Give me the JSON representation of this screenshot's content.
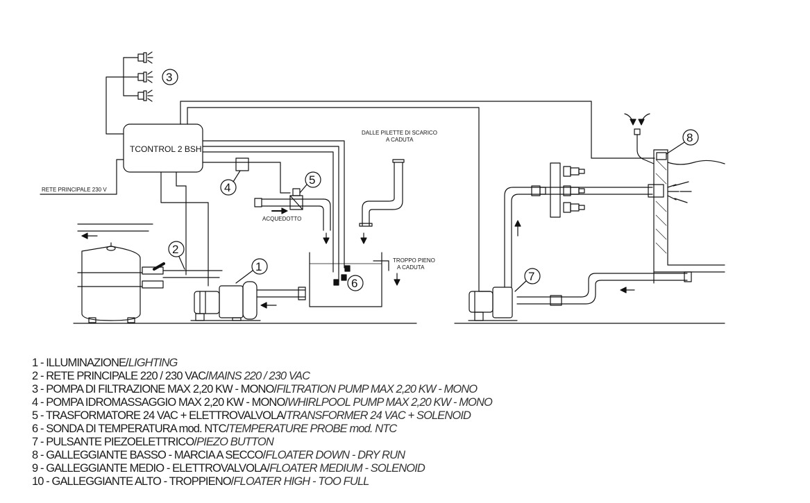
{
  "diagram": {
    "controller_label": "TCONTROL 2 BSH",
    "mains_label": "RETE  PRINCIPALE 230 V",
    "aqueduct_label": "ACQUEDOTTO",
    "drain_label_line1": "DALLE PILETTE DI SCARICO",
    "drain_label_line2": "A CADUTA",
    "overflow_label_line1": "TROPPO PIENO",
    "overflow_label_line2": "A CADUTA",
    "callouts": [
      "1",
      "2",
      "3",
      "4",
      "5",
      "6",
      "7",
      "8"
    ]
  },
  "legend": [
    {
      "it": "1 - ILLUMINAZIONE/",
      "en": "LIGHTING"
    },
    {
      "it": "2 - RETE PRINCIPALE 220 / 230 VAC/",
      "en": "MAINS 220 / 230 VAC"
    },
    {
      "it": "3 - POMPA DI FILTRAZIONE MAX 2,20 KW - MONO/",
      "en": "FILTRATION PUMP MAX 2,20 KW - MONO"
    },
    {
      "it": "4 - POMPA IDROMASSAGGIO  MAX 2,20 KW - MONO/",
      "en": "WHIRLPOOL PUMP MAX 2,20 KW - MONO"
    },
    {
      "it": "5 - TRASFORMATORE 24 VAC + ELETTROVALVOLA/",
      "en": "TRANSFORMER 24 VAC + SOLENOID"
    },
    {
      "it": "6 - SONDA DI TEMPERATURA mod. NTC/",
      "en": "TEMPERATURE PROBE mod. NTC"
    },
    {
      "it": "7 - PULSANTE PIEZOELETTRICO/",
      "en": "PIEZO BUTTON"
    },
    {
      "it": "8 - GALLEGGIANTE BASSO - MARCIA A SECCO/",
      "en": "FLOATER DOWN - DRY RUN"
    },
    {
      "it": "9 - GALLEGGIANTE MEDIO - ELETTROVALVOLA/",
      "en": "FLOATER MEDIUM - SOLENOID"
    },
    {
      "it": "10 - GALLEGGIANTE ALTO - TROPPIENO/",
      "en": "FLOATER HIGH - TOO FULL"
    }
  ]
}
